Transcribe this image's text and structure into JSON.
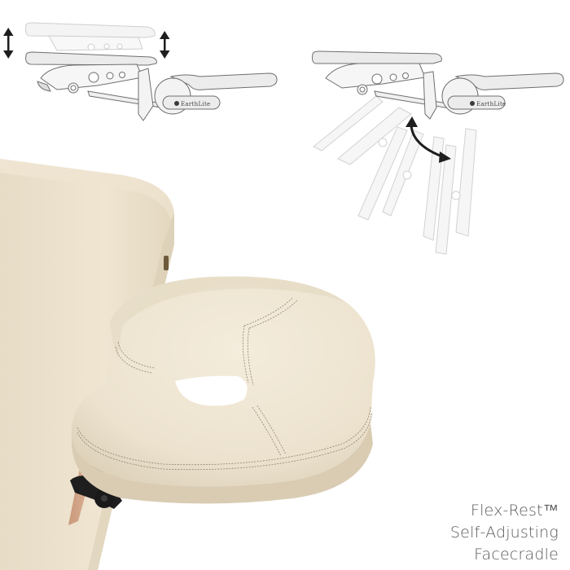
{
  "caption": {
    "line1": "Flex-Rest™",
    "line2": "Self-Adjusting",
    "line3": "Facecradle"
  },
  "diagram_left": {
    "brand_label": "EarthLite",
    "icons": [
      "double-arrow-vertical-icon",
      "double-arrow-vertical-icon"
    ]
  },
  "diagram_right": {
    "brand_label": "EarthLite",
    "icons": [
      "curved-double-arrow-icon"
    ]
  },
  "colors": {
    "background": "#ffffff",
    "upholstery": "#ede3cf",
    "upholstery_shadow": "#d9ccb4",
    "hardware_black": "#1e1e1e",
    "wood": "#d6a98c",
    "line_art": "#6f6f6f",
    "caption_text": "#5b5b5b"
  }
}
